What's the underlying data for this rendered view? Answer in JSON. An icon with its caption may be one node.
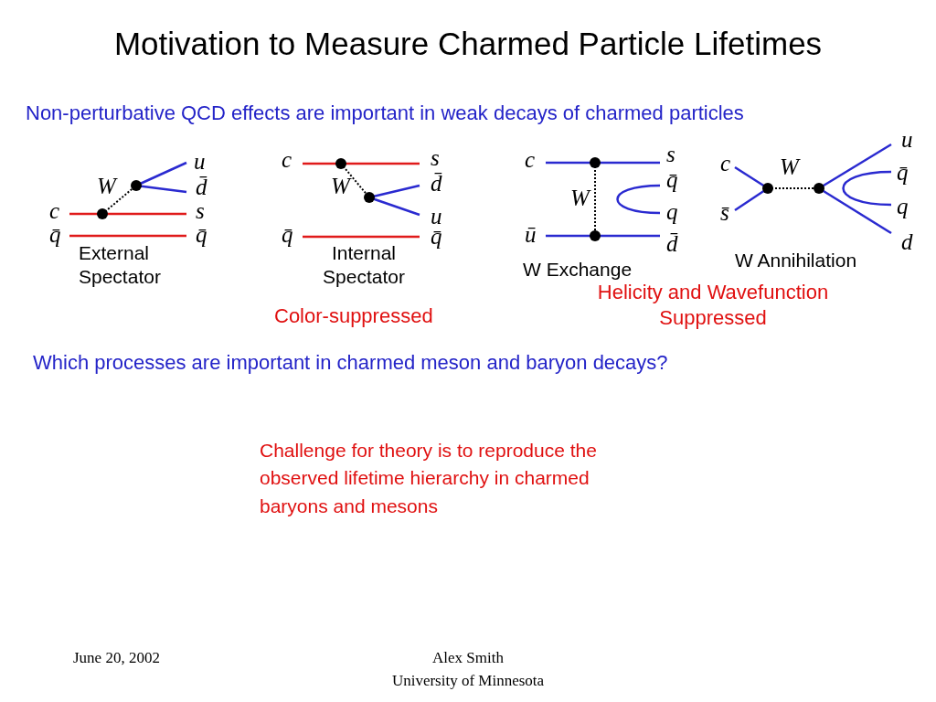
{
  "diagram": {
    "title": "Motivation to Measure Charmed Particle Lifetimes",
    "labels": [
      "Non-perturbative QCD effects are important in weak decays of charmed particles",
      "u",
      "W",
      "d̄",
      "c",
      "s",
      "q̄",
      "q̄",
      "c",
      "s",
      "W",
      "d̄",
      "u",
      "q̄",
      "q̄",
      "c",
      "s",
      "q̄",
      "W",
      "q",
      "ū",
      "d̄",
      "u",
      "c",
      "W",
      "q̄",
      "s̄",
      "q",
      "d",
      "External Spectator",
      "Internal Spectator",
      "W Exchange",
      "W Annihilation",
      "Color-suppressed",
      "Helicity and Wavefunction Suppressed",
      "Which processes are important in charmed meson and baryon decays?",
      "Challenge for theory is to reproduce the observed lifetime hierarchy in charmed baryons and mesons",
      "June 20, 2002",
      "Alex Smith",
      "University of Minnesota"
    ]
  }
}
